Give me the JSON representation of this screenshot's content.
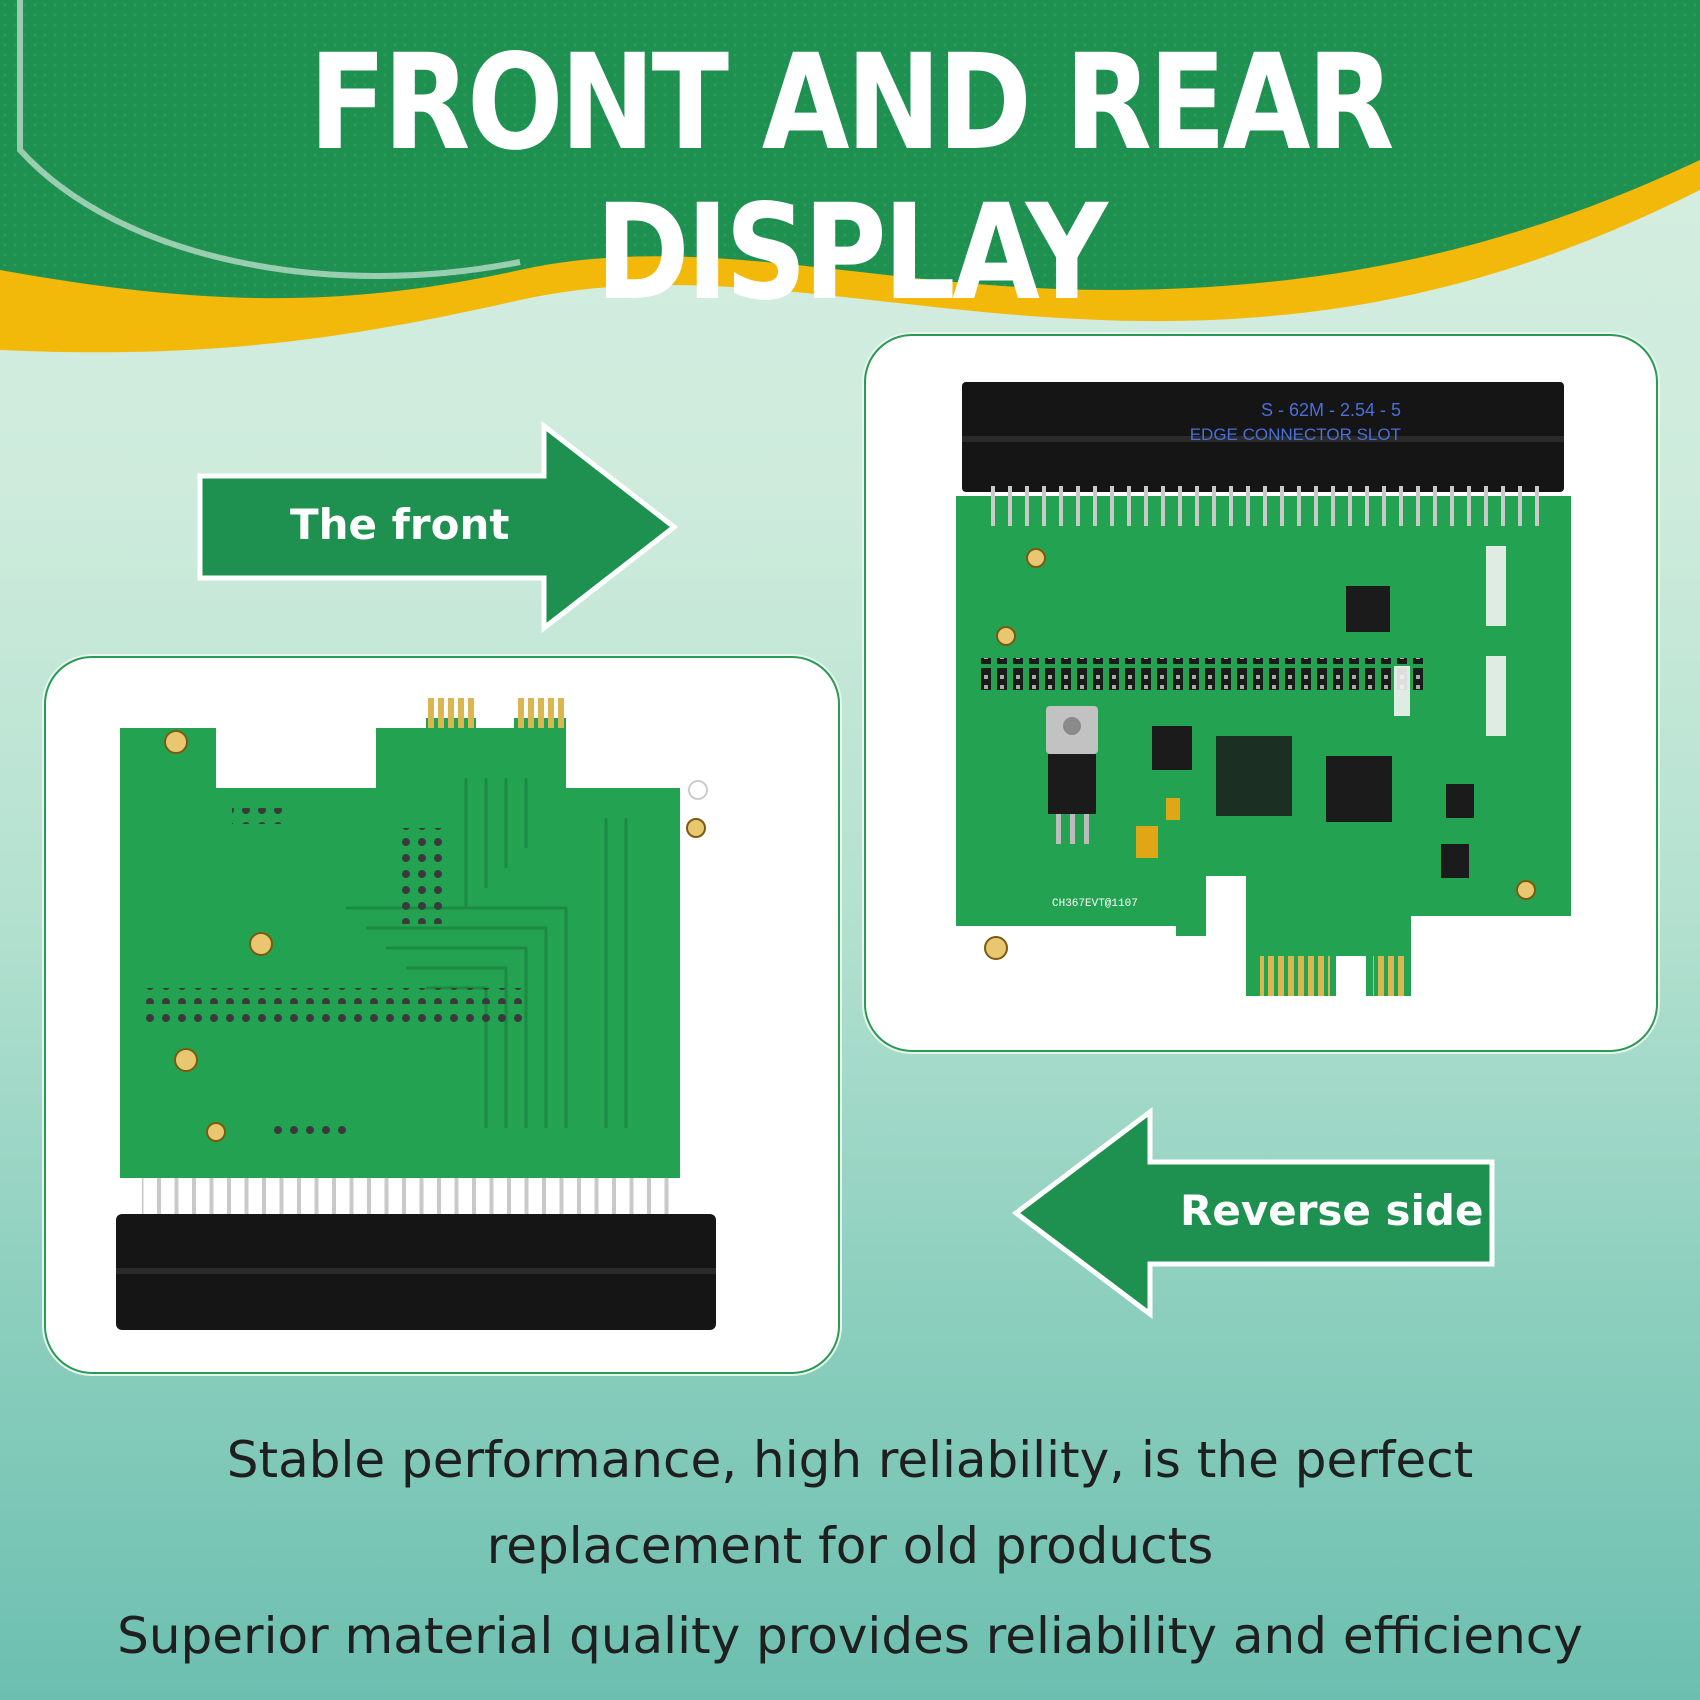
{
  "title": "FRONT AND REAR DISPLAY",
  "arrows": {
    "front_label": "The front",
    "reverse_label": "Reverse side"
  },
  "board_front": {
    "connector_model": "S - 62M - 2.54 - 5",
    "connector_name": "EDGE CONNECTOR SLOT",
    "board_id": "CH367EVT@1107"
  },
  "captions": {
    "line1": "Stable performance, high reliability, is the perfect",
    "line2": "replacement for old products",
    "line3": "Superior material quality provides reliability and efficiency"
  },
  "colors": {
    "brand_green": "#1e9150",
    "accent_yellow": "#f3b90a",
    "pcb_green": "#23a352"
  }
}
